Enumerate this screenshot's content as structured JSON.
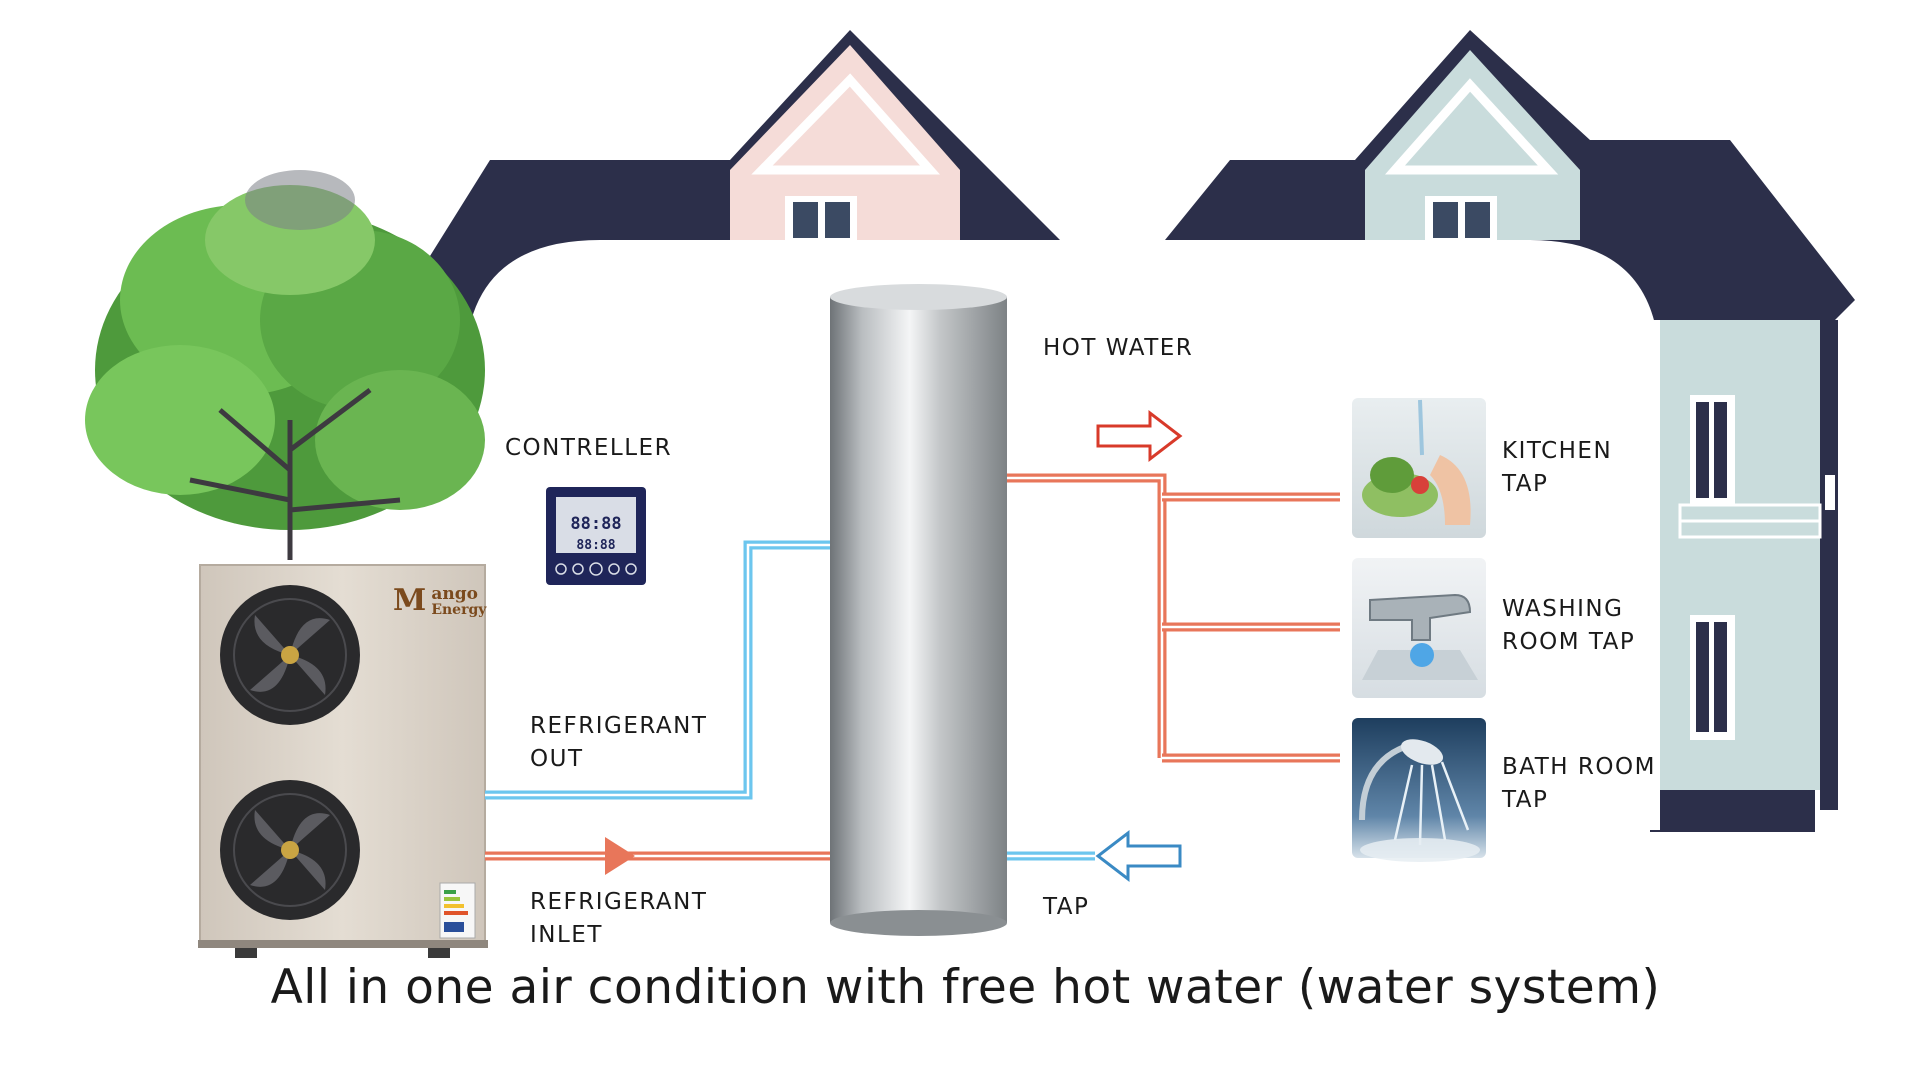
{
  "caption": "All in one air condition with free hot water (water system)",
  "labels": {
    "hot_water": "HOT WATER",
    "controller": "CONTRELLER",
    "refrigerant_out": [
      "REFRIGERANT",
      "OUT"
    ],
    "refrigerant_inlet": [
      "REFRIGERANT",
      "INLET"
    ],
    "tap": "TAP",
    "kitchen_tap": [
      "KITCHEN",
      "TAP"
    ],
    "washing_room_tap": [
      "WASHING",
      "ROOM TAP"
    ],
    "bath_room_tap": [
      "BATH ROOM",
      "TAP"
    ]
  },
  "brand": {
    "first": "M",
    "top": "ango",
    "bottom": "Energy"
  },
  "controller_display": {
    "readout_1": "88:88",
    "readout_2": "88:88"
  },
  "colors": {
    "roof": "#2c2f4a",
    "left_gable": "#f5dcd8",
    "right_gable": "#c9dcdc",
    "hot_pipe": "#e8765a",
    "cold_pipe": "#6cc6ee",
    "arrow_hot": "#d83a2a",
    "arrow_cold": "#3a8ac4",
    "unit_body": "#ddd5cb",
    "tank": "#a9adb0"
  }
}
